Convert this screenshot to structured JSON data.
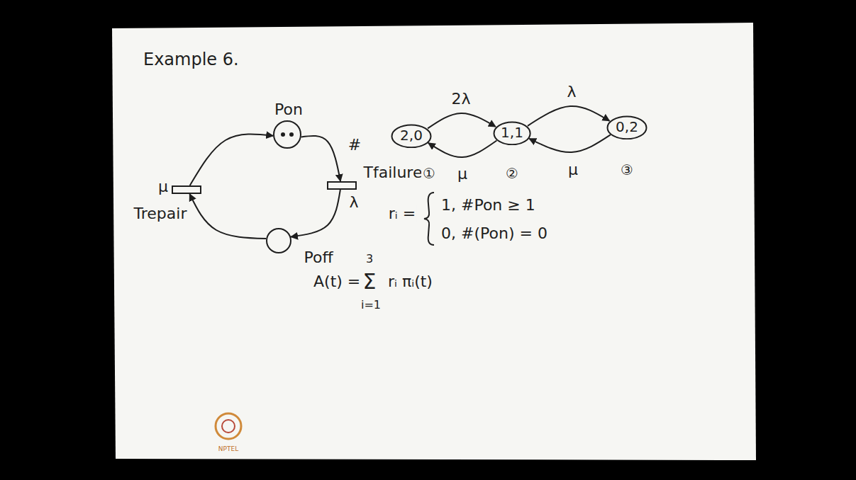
{
  "diagram": {
    "nodes": [
      {
        "text": [
          "Pon"
        ]
      },
      {
        "text": [
          "Tfailure"
        ]
      },
      {
        "text": [
          "Trepair"
        ]
      },
      {
        "text": [
          "Poff"
        ]
      },
      {
        "text": [
          "2,0"
        ]
      },
      {
        "text": [
          "1,1"
        ]
      },
      {
        "text": [
          "0,2"
        ]
      }
    ],
    "edges": [
      {
        "from": 0,
        "to": 1,
        "arrow": "to",
        "label": "#"
      },
      {
        "from": 1,
        "to": 3,
        "arrow": "to"
      },
      {
        "from": 3,
        "to": 2,
        "arrow": "to"
      },
      {
        "from": 2,
        "to": 0,
        "arrow": "to"
      },
      {
        "from": 4,
        "to": 5,
        "arrow": "to",
        "label": "2λ"
      },
      {
        "from": 5,
        "to": 4,
        "arrow": "to",
        "label": "μ"
      },
      {
        "from": 5,
        "to": 6,
        "arrow": "to",
        "label": "λ"
      },
      {
        "from": 6,
        "to": 5,
        "arrow": "to",
        "label": "μ"
      }
    ],
    "labels": [
      "Example 6.",
      "λ",
      "μ",
      "①",
      "②",
      "③",
      "rᵢ =",
      "1, #Pon ≥ 1",
      "0, #(Pon) = 0",
      "A(t) =",
      "3",
      "Σ",
      "i=1",
      "rᵢ πᵢ(t)",
      "NPTEL"
    ]
  }
}
